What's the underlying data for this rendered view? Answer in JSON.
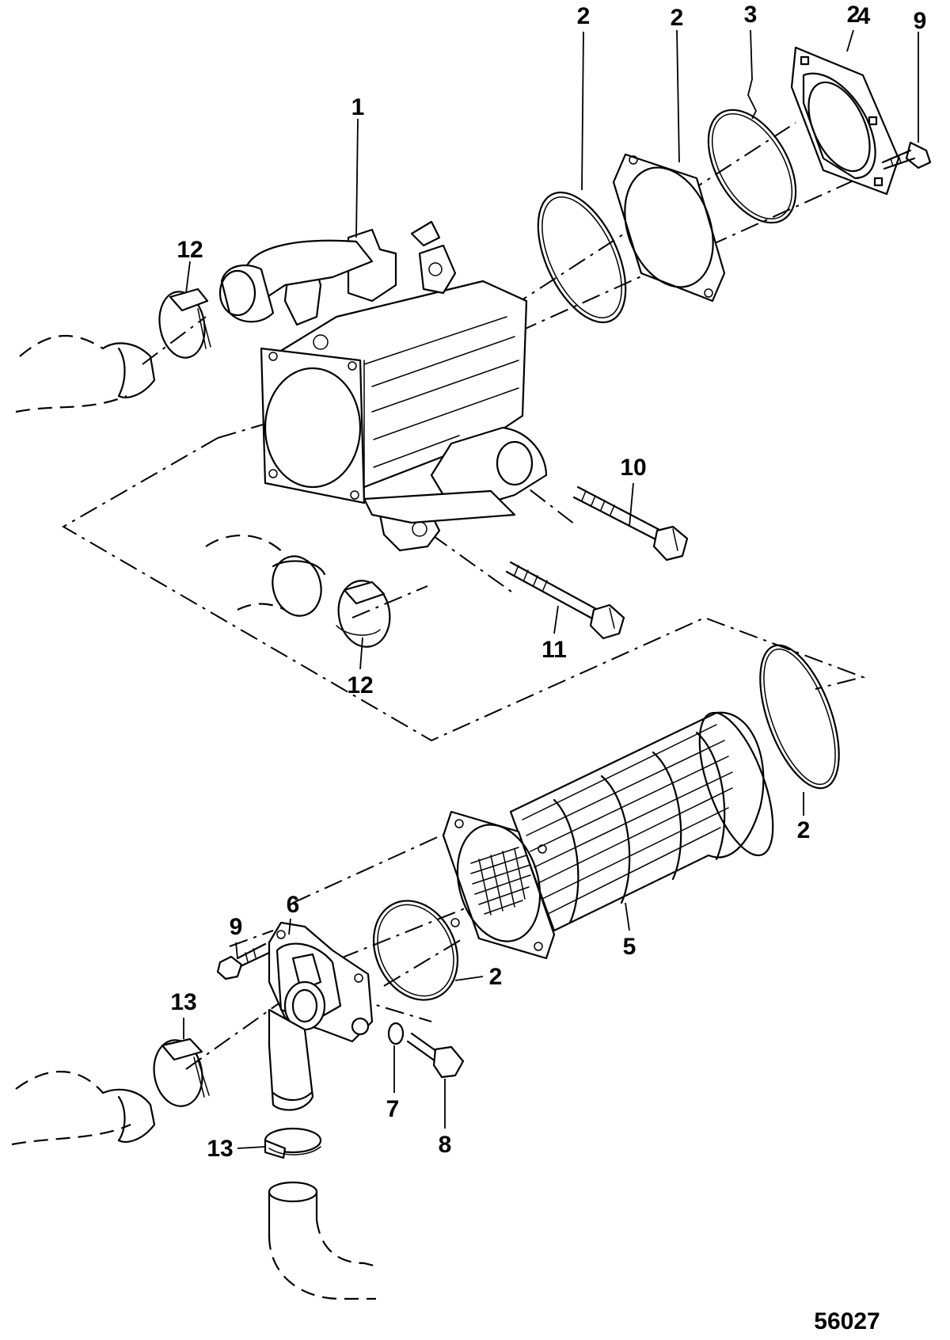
{
  "diagram": {
    "figure_number": "56027",
    "callouts": [
      "1",
      "2",
      "2",
      "3",
      "2",
      "4",
      "9",
      "12",
      "10",
      "11",
      "12",
      "2",
      "6",
      "9",
      "5",
      "2",
      "13",
      "7",
      "8",
      "13"
    ]
  },
  "colors": {
    "line": "#000000",
    "background": "#ffffff"
  }
}
